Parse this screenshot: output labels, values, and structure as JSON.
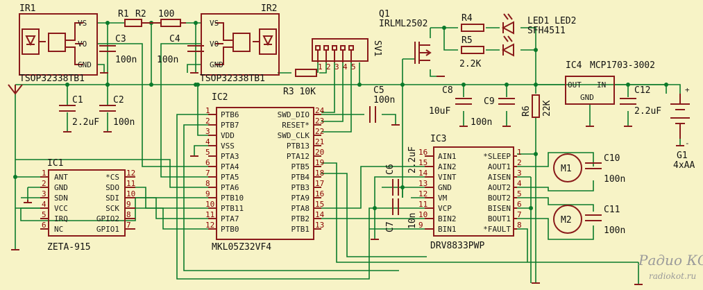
{
  "components": {
    "ir1": {
      "ref": "IR1",
      "value": "TSOP32338TB1",
      "pins": [
        "VS",
        "VO",
        "GND"
      ]
    },
    "ir2": {
      "ref": "IR2",
      "value": "TSOP32338TB1",
      "pins": [
        "VS",
        "VO",
        "GND"
      ]
    },
    "r1": "R1",
    "r2": "R2",
    "r12_value": "100",
    "r3": "R3 10K",
    "r4": "R4",
    "r5": "R5",
    "r5_value": "2.2K",
    "r6": "R6",
    "r6_value": "22K",
    "c1": "C1",
    "c1_value": "2.2uF",
    "c2": "C2",
    "c2_value": "100n",
    "c3": "C3",
    "c3_value": "100n",
    "c4": "C4",
    "c4_value": "100n",
    "c5": "C5",
    "c5_value": "100n",
    "c6": "C6",
    "c6_value": "2.2uF",
    "c7": "C7",
    "c7_value": "10n",
    "c8": "C8",
    "c8_value": "10uF",
    "c9": "C9",
    "c9_value": "100n",
    "c10": "C10",
    "c10_value": "100n",
    "c11": "C11",
    "c11_value": "100n",
    "c12": "C12",
    "c12_value": "2.2uF",
    "q1": "Q1",
    "q1_value": "IRLML2502",
    "leds": "LED1 LED2",
    "leds_value": "SFH4511",
    "sv1": "SV1",
    "sv1_pins": [
      "1",
      "2",
      "3",
      "4",
      "5"
    ],
    "ic4": {
      "ref": "IC4",
      "value": "MCP1703-3002",
      "pins": [
        "OUT",
        "IN",
        "GND"
      ]
    },
    "g1": "G1",
    "g1_value": "4xAA",
    "m1": "M1",
    "m2": "M2",
    "ic1": {
      "ref": "IC1",
      "value": "ZETA-915",
      "left": [
        [
          "1",
          "ANT"
        ],
        [
          "2",
          "GND"
        ],
        [
          "3",
          "SDN"
        ],
        [
          "4",
          "VCC"
        ],
        [
          "5",
          "IRQ"
        ],
        [
          "6",
          "NC"
        ]
      ],
      "right": [
        [
          "12",
          "*CS"
        ],
        [
          "11",
          "SDO"
        ],
        [
          "10",
          "SDI"
        ],
        [
          "9",
          "SCK"
        ],
        [
          "8",
          "GPIO2"
        ],
        [
          "7",
          "GPIO1"
        ]
      ]
    },
    "ic2": {
      "ref": "IC2",
      "value": "MKL05Z32VF4",
      "left": [
        [
          "1",
          "PTB6"
        ],
        [
          "2",
          "PTB7"
        ],
        [
          "3",
          "VDD"
        ],
        [
          "4",
          "VSS"
        ],
        [
          "5",
          "PTA3"
        ],
        [
          "6",
          "PTA4"
        ],
        [
          "7",
          "PTA5"
        ],
        [
          "8",
          "PTA6"
        ],
        [
          "9",
          "PTB10"
        ],
        [
          "10",
          "PTB11"
        ],
        [
          "11",
          "PTA7"
        ],
        [
          "12",
          "PTB0"
        ]
      ],
      "right": [
        [
          "24",
          "SWD_DIO"
        ],
        [
          "23",
          "RESET*"
        ],
        [
          "22",
          "SWD_CLK"
        ],
        [
          "21",
          "PTB13"
        ],
        [
          "20",
          "PTA12"
        ],
        [
          "19",
          "PTB5"
        ],
        [
          "18",
          "PTB4"
        ],
        [
          "17",
          "PTB3"
        ],
        [
          "16",
          "PTA9"
        ],
        [
          "15",
          "PTA8"
        ],
        [
          "14",
          "PTB2"
        ],
        [
          "13",
          "PTB1"
        ]
      ]
    },
    "ic3": {
      "ref": "IC3",
      "value": "DRV8833PWP",
      "left": [
        [
          "16",
          "AIN1"
        ],
        [
          "15",
          "AIN2"
        ],
        [
          "14",
          "VINT"
        ],
        [
          "13",
          "GND"
        ],
        [
          "12",
          "VM"
        ],
        [
          "11",
          "VCP"
        ],
        [
          "10",
          "BIN2"
        ],
        [
          "9",
          "BIN1"
        ]
      ],
      "right": [
        [
          "1",
          "*SLEEP"
        ],
        [
          "2",
          "AOUT1"
        ],
        [
          "3",
          "AISEN"
        ],
        [
          "4",
          "AOUT2"
        ],
        [
          "5",
          "BOUT2"
        ],
        [
          "6",
          "BISEN"
        ],
        [
          "7",
          "BOUT1"
        ],
        [
          "8",
          "*FAULT"
        ]
      ]
    }
  },
  "watermark": {
    "line1": "Радио КОТ",
    "line2": "radiokot.ru"
  }
}
